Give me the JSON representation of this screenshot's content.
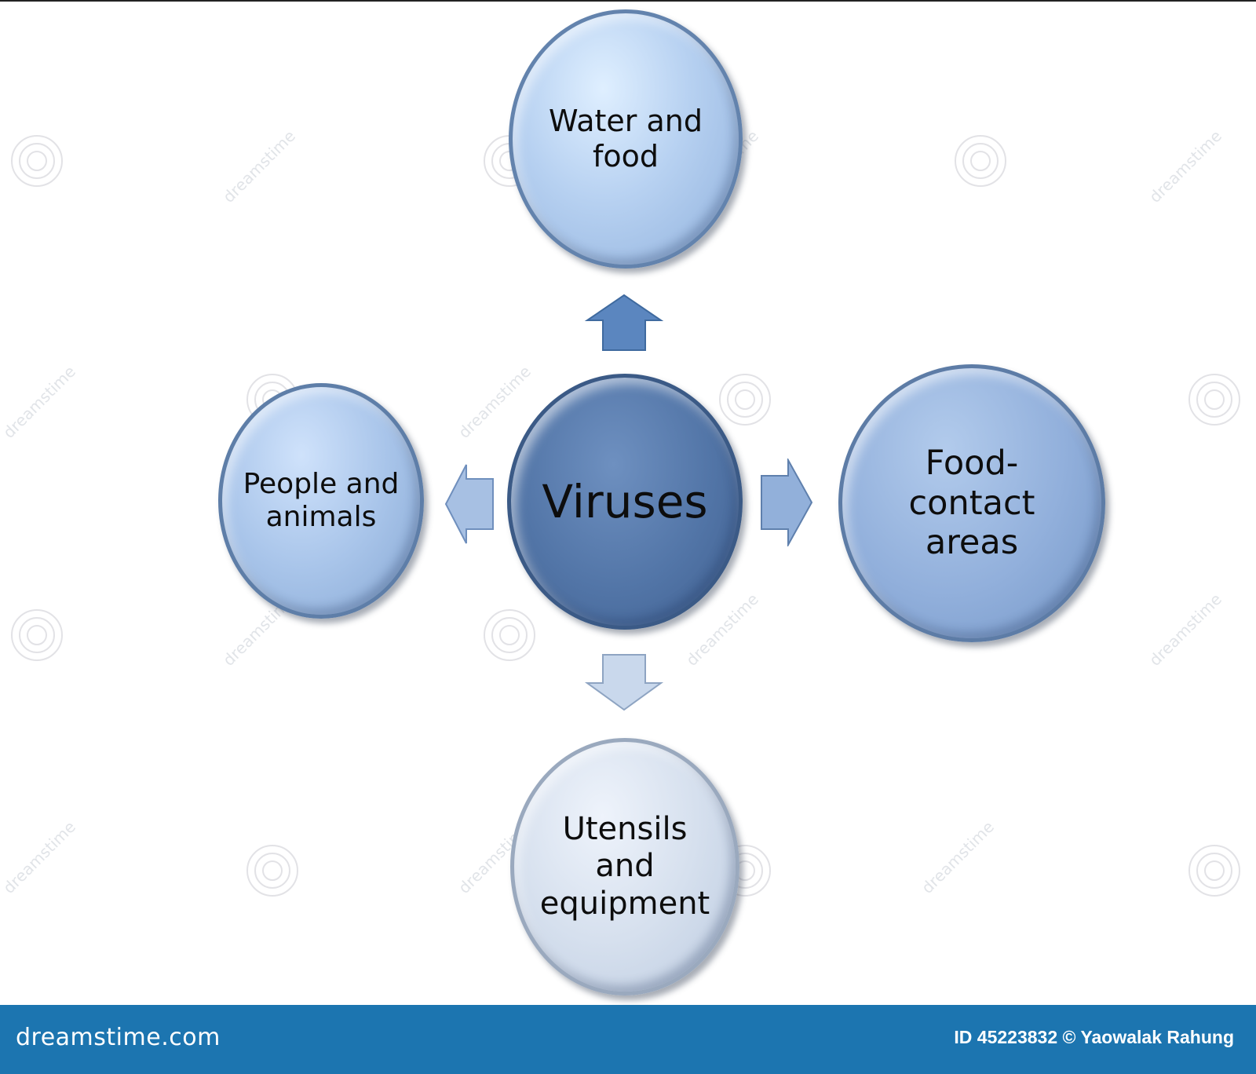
{
  "diagram": {
    "center": {
      "label": "Viruses"
    },
    "nodes": {
      "top": {
        "label": "Water and\nfood"
      },
      "left": {
        "label": "People and\nanimals"
      },
      "right": {
        "label": "Food-\ncontact\nareas"
      },
      "bottom": {
        "label": "Utensils\nand\nequipment"
      }
    },
    "colors": {
      "center_fill": "#5275a7",
      "top_fill": "#b7d1f1",
      "left_fill": "#a9c5ea",
      "right_fill": "#91afdb",
      "bottom_fill": "#d6e0ee",
      "arrow_up": "#5b86bf",
      "arrow_left": "#a7c0e3",
      "arrow_right": "#92b0da",
      "arrow_down": "#c9d8ec"
    }
  },
  "watermark": {
    "text": "dreamstime"
  },
  "footer": {
    "logo_text": "dreamstime.com",
    "credit": "ID 45223832 © Yaowalak Rahung",
    "background": "#1c75b0"
  }
}
